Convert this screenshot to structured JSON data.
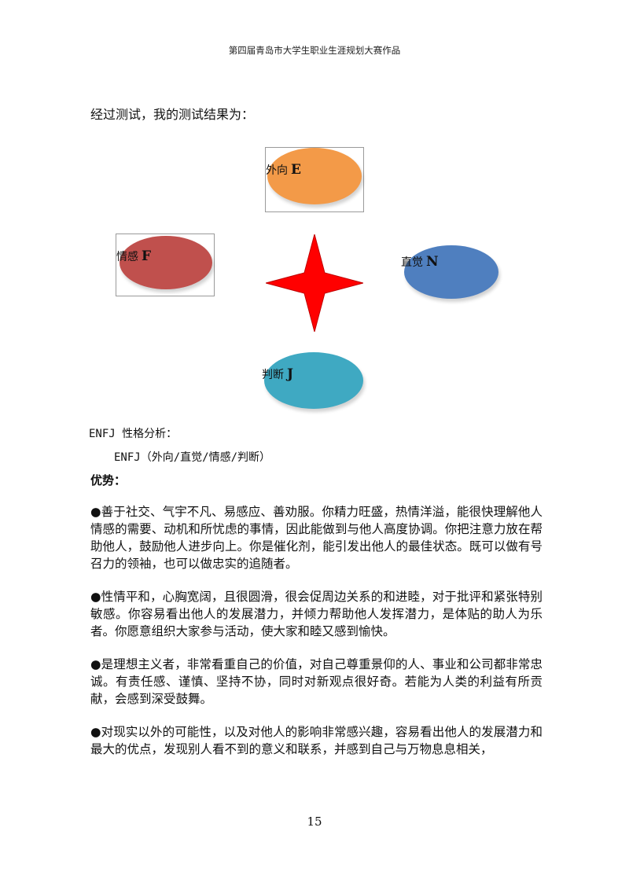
{
  "header": {
    "title": "第四届青岛市大学生职业生涯规划大赛作品"
  },
  "intro": "经过测试，我的测试结果为：",
  "diagram": {
    "extravert": {
      "text": "外向",
      "letter": "E",
      "color": "#f39a48"
    },
    "feeling": {
      "text": "情感",
      "letter": "F",
      "color": "#c0504d"
    },
    "intuition": {
      "text": "直觉",
      "letter": "N",
      "color": "#4f7fbf"
    },
    "judging": {
      "text": "判断",
      "letter": "J",
      "color": "#3fa9c2"
    },
    "star_color": "#ff0000"
  },
  "analysis": {
    "title": "ENFJ 性格分析：",
    "subtitle": "ENFJ（外向/直觉/情感/判断）",
    "advantages_heading": "优势：",
    "paragraphs": [
      "●善于社交、气宇不凡、易感应、善劝服。你精力旺盛，热情洋溢，能很快理解他人情感的需要、动机和所忧虑的事情，因此能做到与他人高度协调。你把注意力放在帮助他人，鼓励他人进步向上。你是催化剂，能引发出他人的最佳状态。既可以做有号召力的领袖，也可以做忠实的追随者。",
      "●性情平和，心胸宽阔，且很圆滑，很会促周边关系的和进睦，对于批评和紧张特别敏感。你容易看出他人的发展潜力，并倾力帮助他人发挥潜力，是体贴的助人为乐者。你愿意组织大家参与活动，使大家和睦又感到愉快。",
      "●是理想主义者，非常看重自己的价值，对自己尊重景仰的人、事业和公司都非常忠诚。有责任感、谨慎、坚持不协，同时对新观点很好奇。若能为人类的利益有所贡献，会感到深受鼓舞。",
      "●对现实以外的可能性，以及对他人的影响非常感兴趣，容易看出他人的发展潜力和最大的优点，发现别人看不到的意义和联系，并感到自己与万物息息相关，"
    ]
  },
  "page_number": "15"
}
